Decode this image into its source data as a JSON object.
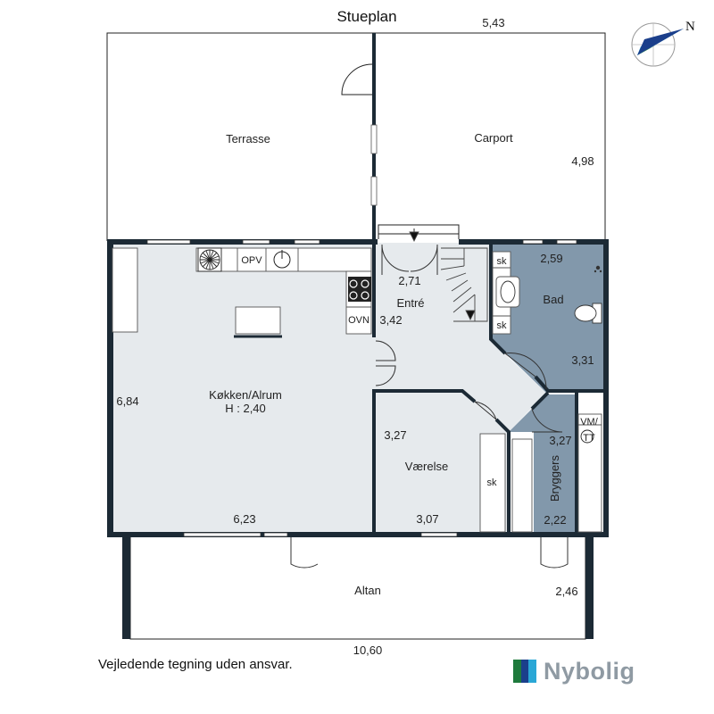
{
  "title": "Stueplan",
  "compass": {
    "north_label": "N"
  },
  "rooms": {
    "terrasse": "Terrasse",
    "carport": "Carport",
    "kitchen": "Køkken/Alrum",
    "kitchen_height": "H : 2,40",
    "entre": "Entré",
    "bad": "Bad",
    "vaerelse": "Værelse",
    "bryggers": "Bryggers",
    "altan": "Altan"
  },
  "fixtures": {
    "opv": "OPV",
    "ovn": "OVN",
    "sk_1": "sk",
    "sk_2": "sk",
    "sk_3": "sk",
    "vm": "VM/",
    "tt": "TT"
  },
  "dimensions": {
    "top_width": "5,43",
    "carport_depth": "4,98",
    "entre_width": "2,71",
    "entre_depth": "3,42",
    "bad_width": "2,59",
    "bad_depth": "3,31",
    "kitchen_depth": "6,84",
    "kitchen_width": "6,23",
    "vaerelse_depth": "3,27",
    "vaerelse_width": "3,07",
    "bryggers_depth": "3,27",
    "bryggers_width": "2,22",
    "altan_depth": "2,46",
    "total_width": "10,60"
  },
  "colors": {
    "room_fill": "#e6eaed",
    "wet_room_fill": "#8298ab",
    "wall": "#1c2a35"
  },
  "footer": {
    "disclaimer": "Vejledende tegning uden ansvar.",
    "brand": "Nybolig"
  }
}
